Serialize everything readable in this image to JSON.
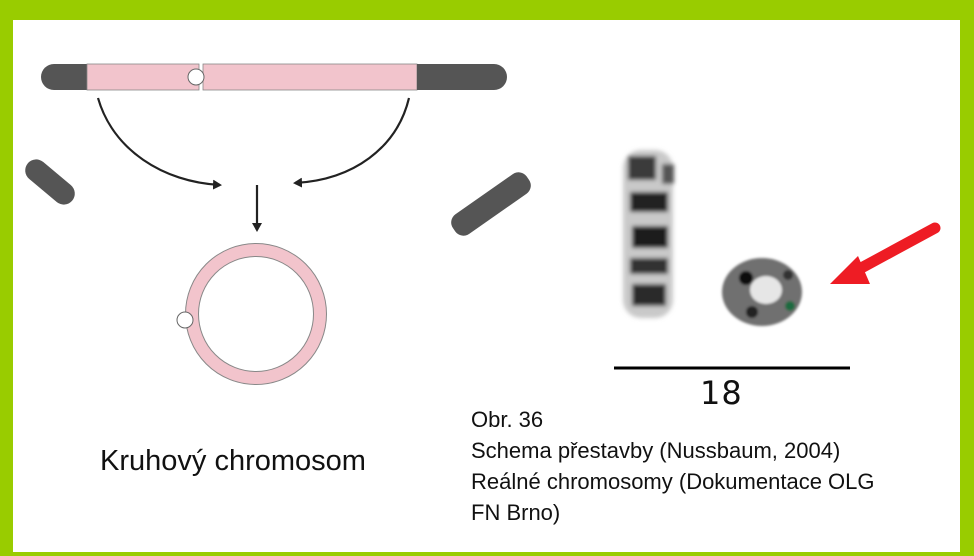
{
  "colors": {
    "frame": "#99cc00",
    "chromosome_arm": "#f2c4cc",
    "telomere": "#555555",
    "arrow_red": "#ee1c24"
  },
  "figure": {
    "ring_caption": "Kruhový chromosom",
    "chromosome_number": "18"
  },
  "caption": {
    "line1": "Obr. 36",
    "line2": "Schema přestavby (Nussbaum, 2004)",
    "line3": "Reálné chromosomy (Dokumentace OLG",
    "line4": "FN Brno)"
  }
}
